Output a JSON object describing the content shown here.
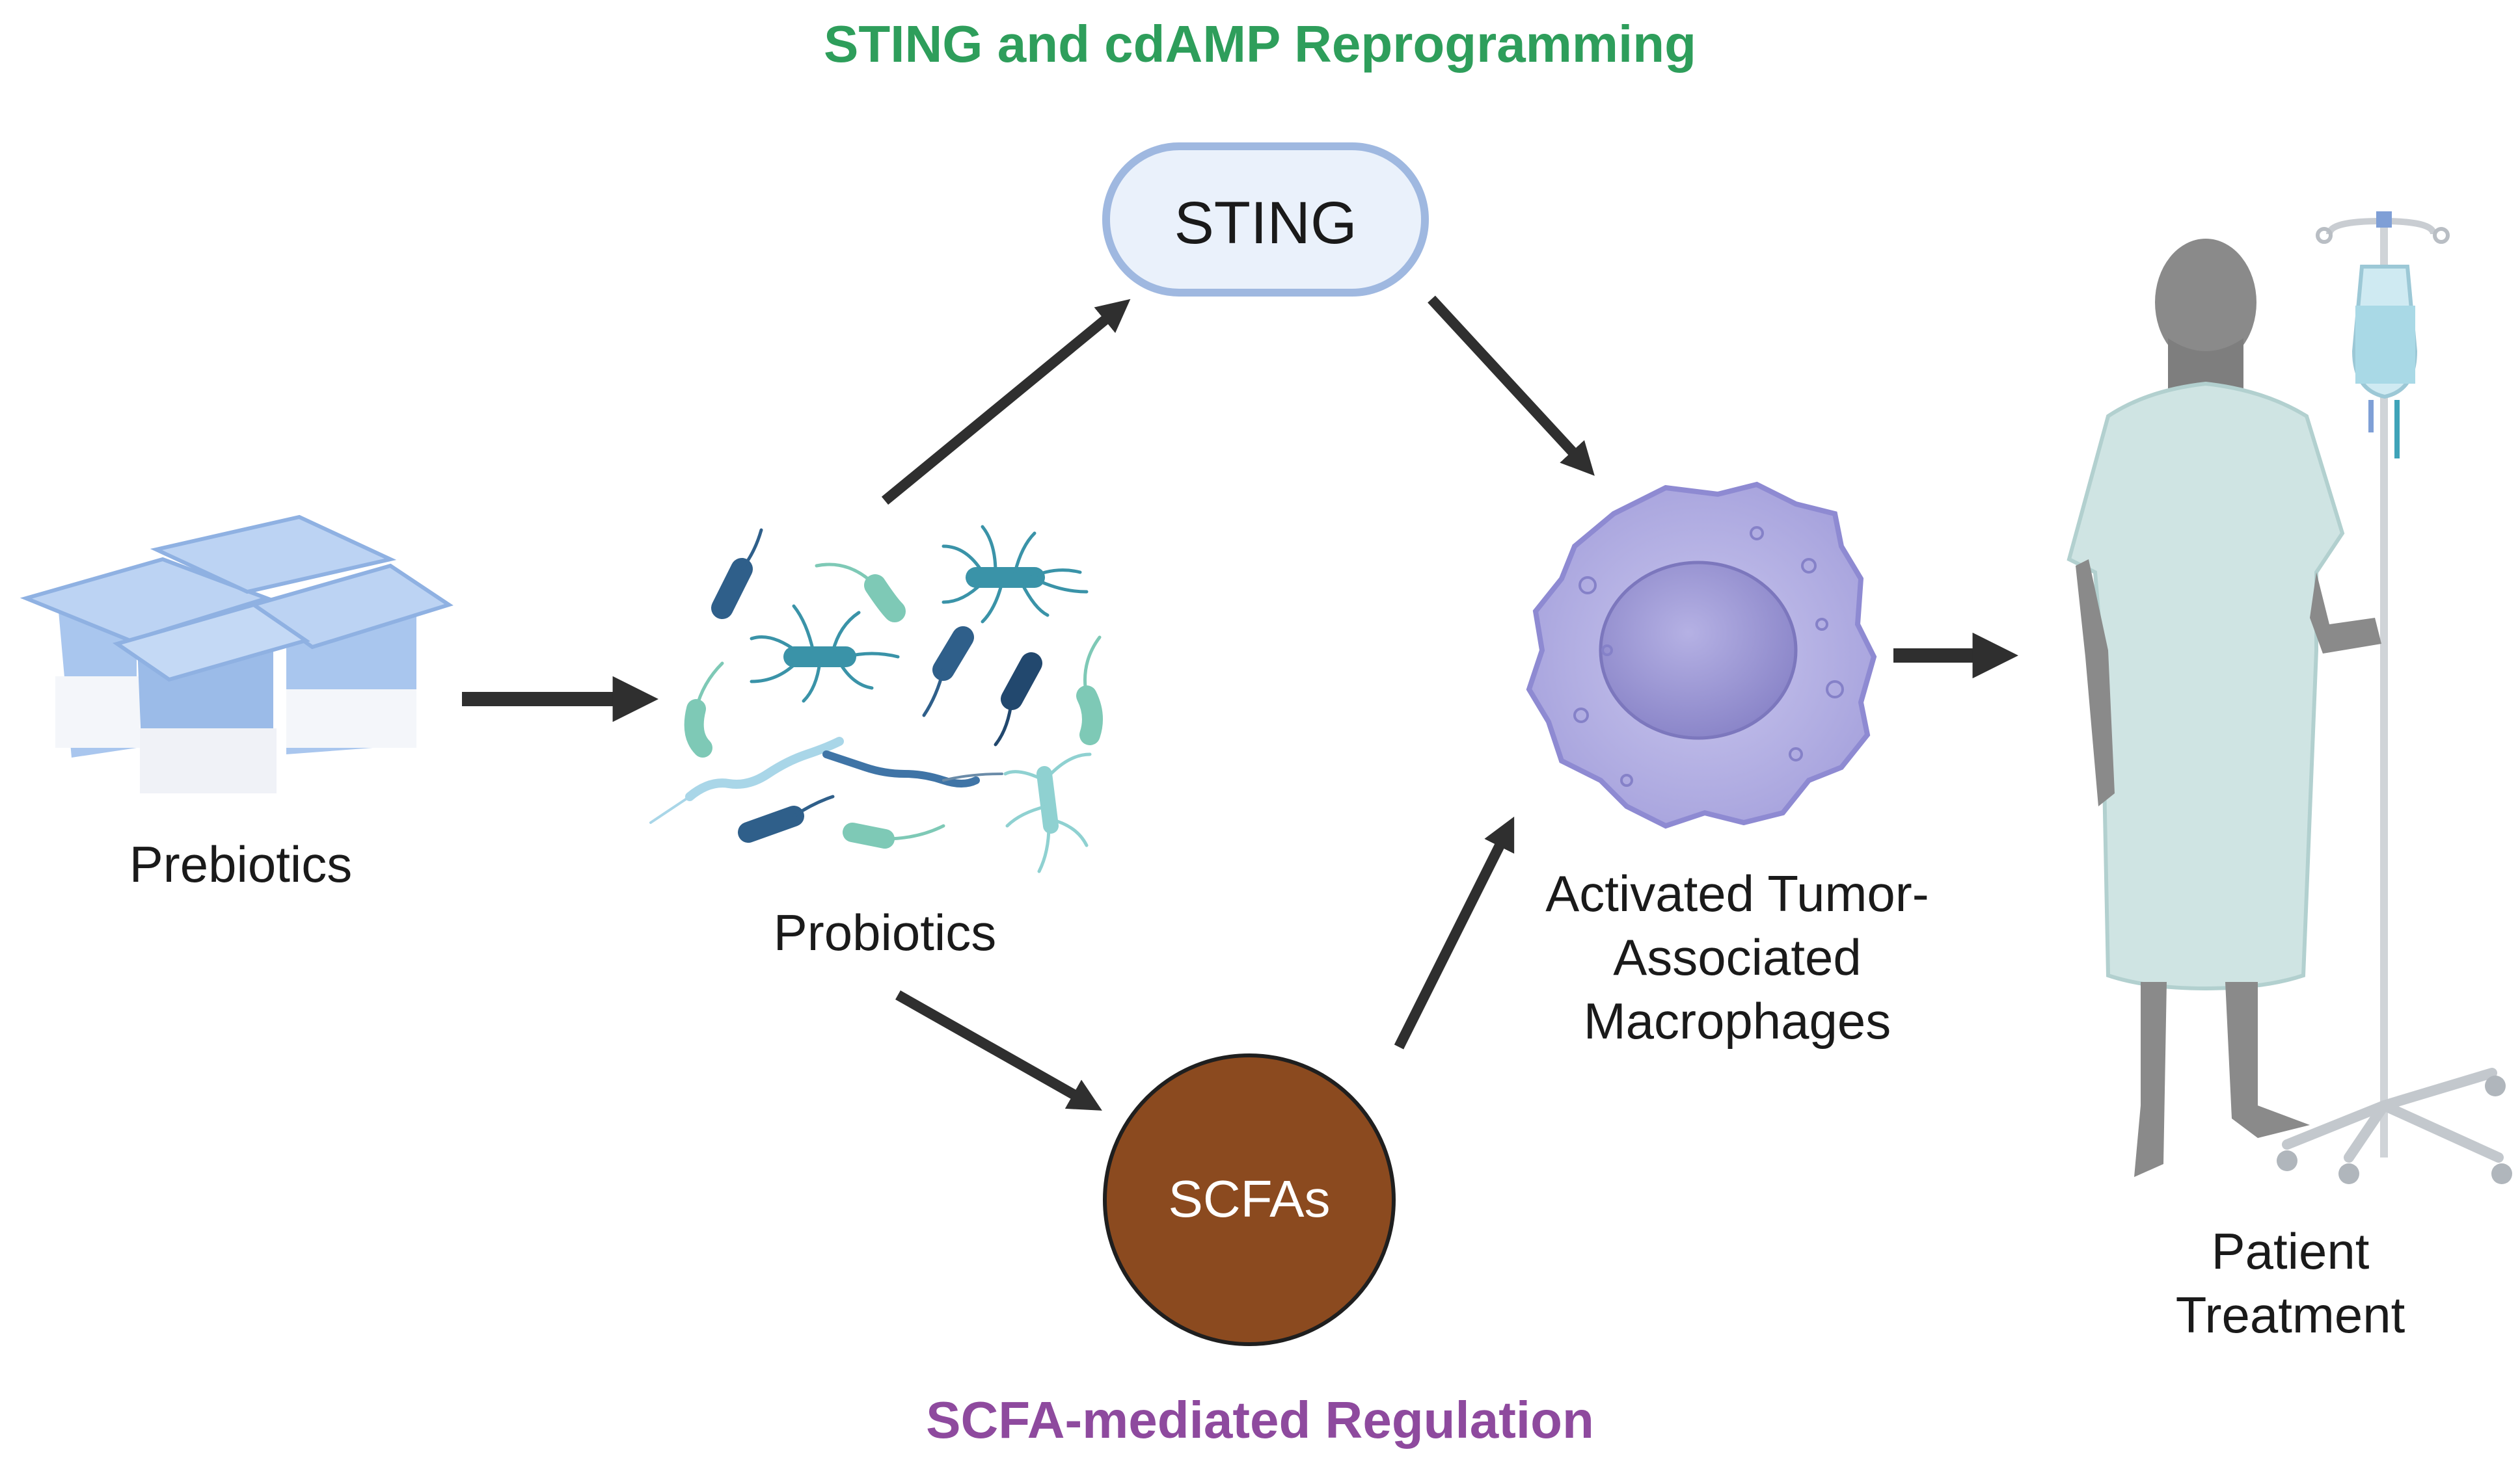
{
  "titles": {
    "sting_pathway": "STING and cdAMP Reprogramming",
    "scfa_pathway": "SCFA-mediated Regulation"
  },
  "nodes": {
    "sting": "STING",
    "scfas": "SCFAs",
    "prebiotics": "Prebiotics",
    "probiotics": "Probiotics",
    "macrophage_line1": "Activated Tumor-",
    "macrophage_line2": "Associated",
    "macrophage_line3": "Macrophages",
    "patient_line1": "Patient",
    "patient_line2": "Treatment"
  },
  "colors": {
    "sting_title": "#2e9e5b",
    "scfa_title": "#8e4a9e",
    "sting_box_fill": "#eaf1fb",
    "sting_box_stroke": "#9fb8e0",
    "scfa_circle_fill": "#8b4a1f",
    "arrow": "#2f2f2f"
  }
}
